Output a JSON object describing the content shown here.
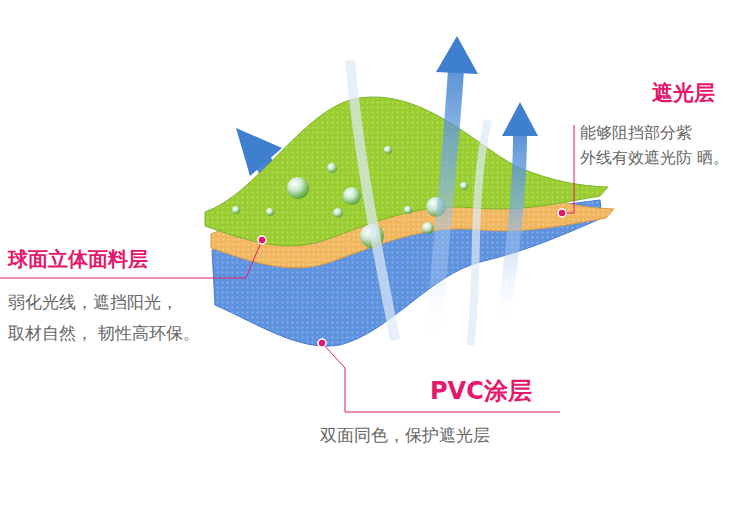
{
  "diagram": {
    "labels": [
      "遮光层",
      "能够阻挡部分紫 外线有效遮光防 晒。",
      "球面立体面料层",
      "弱化光线，遮挡阳光， 取材自然， 韧性高环保。",
      "PVC涂层",
      "双面同色，保护遮光层"
    ]
  }
}
